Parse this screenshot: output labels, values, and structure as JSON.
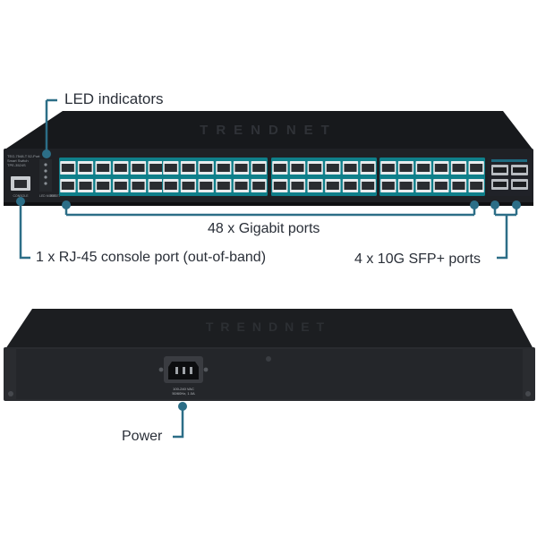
{
  "callouts": {
    "led": "LED indicators",
    "gigabit": "48 x Gigabit ports",
    "console": "1 x RJ-45 console port (out-of-band)",
    "sfp": "4 x 10G SFP+ ports",
    "power": "Power"
  },
  "front_panel": {
    "brand_logo": "TRENDNET",
    "model_lines": [
      "TEG-7548-T 52-Port",
      "Smart Switch",
      "TPE-3524S"
    ],
    "console_label": "CONSOLE",
    "led_mode_label": "LED MODE",
    "reset_label": "RESET",
    "port_count": 48,
    "sfp_count": 4
  },
  "back_panel": {
    "brand_logo": "TRENDNET",
    "power_rating": [
      "100-240 VAC",
      "50/60Hz, 1.0A"
    ]
  },
  "colors": {
    "accent": "#2c6e87",
    "chassis_front": "#1d1f23",
    "port_block": "#0f7f8a",
    "label_text": "#2a2f38"
  }
}
